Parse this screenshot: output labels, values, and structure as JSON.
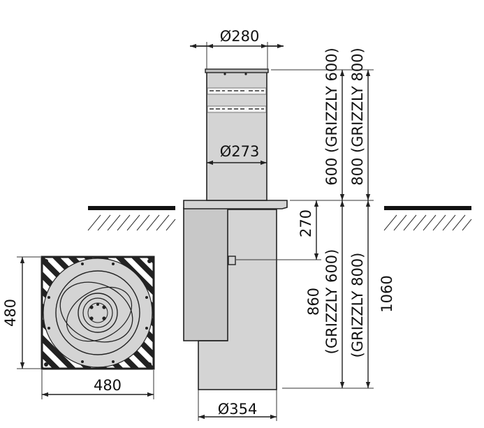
{
  "dimensions": {
    "top_diameter": "Ø280",
    "inner_diameter": "Ø273",
    "base_diameter": "Ø354",
    "plate_width": "480",
    "plate_height": "480",
    "stroke_height": "600 (GRIZZLY 600)",
    "stroke_height_alt": "800 (GRIZZLY 800)",
    "depth_upper": "270",
    "depth_860": "860",
    "depth_860_note": "(GRIZZLY 600)",
    "depth_1060": "1060",
    "depth_1060_note": "(GRIZZLY 800)"
  },
  "colors": {
    "part_fill": "#d4d4d4",
    "line": "#222222",
    "ground": "#111111"
  }
}
